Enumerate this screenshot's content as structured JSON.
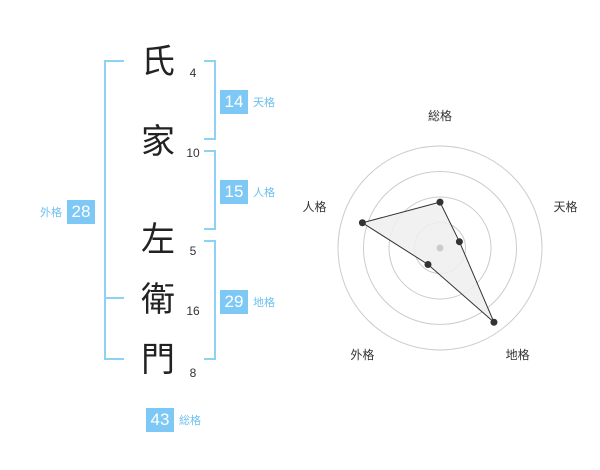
{
  "name": {
    "characters": [
      {
        "char": "氏",
        "strokes": "4"
      },
      {
        "char": "家",
        "strokes": "10"
      },
      {
        "char": "左",
        "strokes": "5"
      },
      {
        "char": "衛",
        "strokes": "16"
      },
      {
        "char": "門",
        "strokes": "8"
      }
    ]
  },
  "kaku": {
    "tenkaku": {
      "value": "14",
      "label": "天格"
    },
    "jinkaku": {
      "value": "15",
      "label": "人格"
    },
    "chikaku": {
      "value": "29",
      "label": "地格"
    },
    "gaikaku": {
      "value": "28",
      "label": "外格"
    },
    "soukaku": {
      "value": "43",
      "label": "総格"
    }
  },
  "colors": {
    "accent": "#7ec8f5",
    "bracket": "#8fd0f5",
    "label": "#6ec0f0",
    "radar_fill": "#eeeeee",
    "radar_grid": "#cccccc",
    "radar_line": "#333333"
  },
  "chart_data": {
    "type": "radar",
    "axes": [
      "総格",
      "天格",
      "地格",
      "外格",
      "人格"
    ],
    "values": [
      0.45,
      0.2,
      0.9,
      0.2,
      0.8
    ],
    "max": 1.0,
    "grid_rings": 4
  }
}
